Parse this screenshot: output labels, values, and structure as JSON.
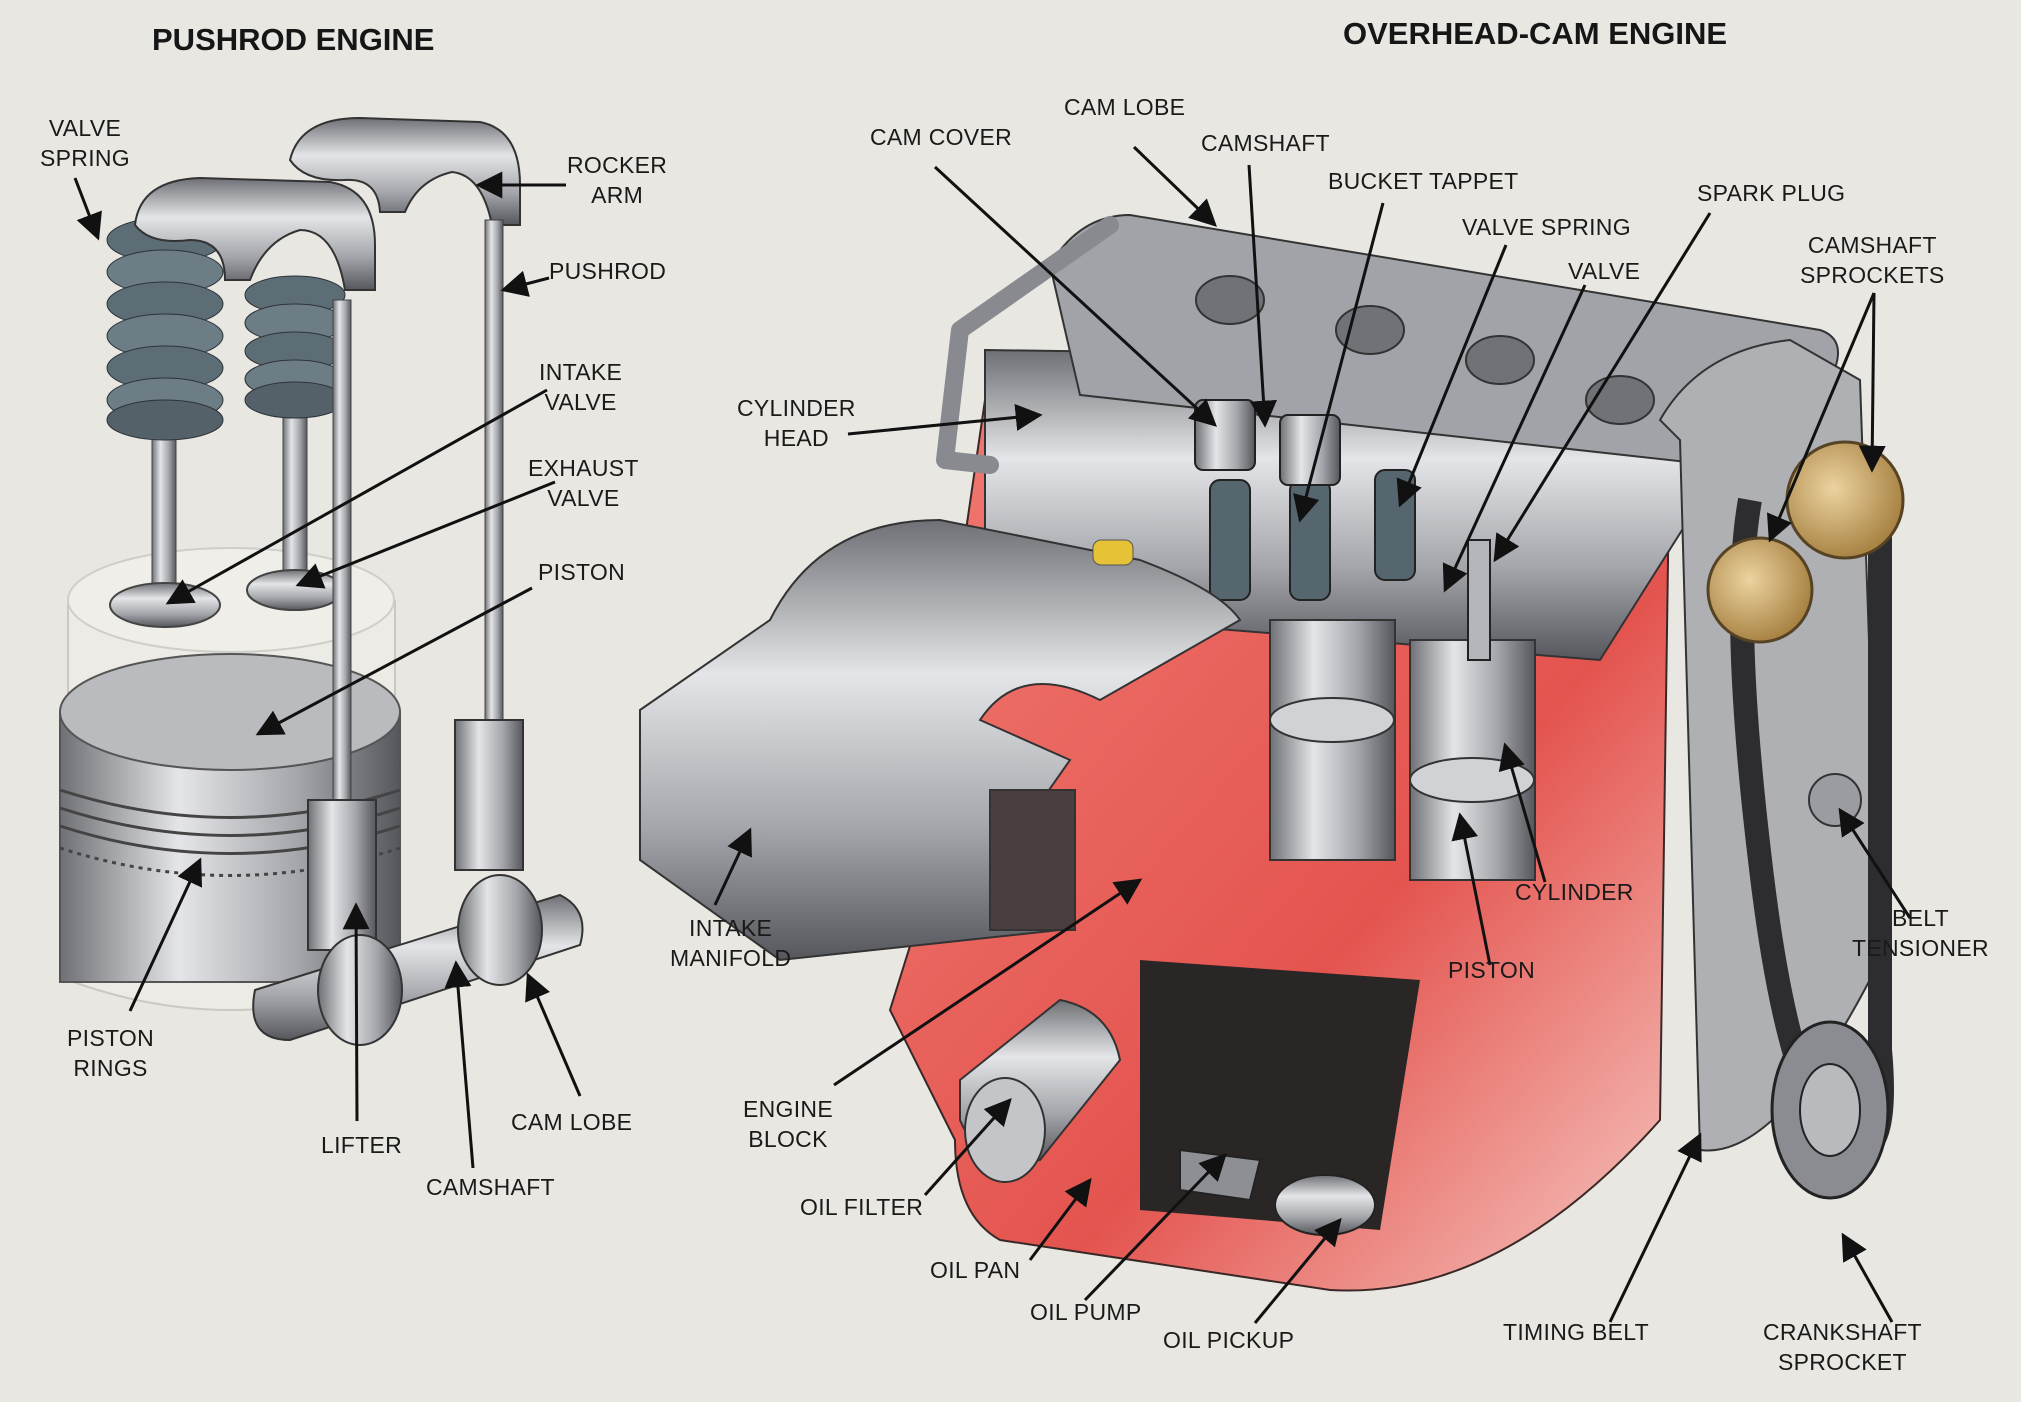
{
  "titles": {
    "pushrod": "PUSHROD ENGINE",
    "ohc": "OVERHEAD-CAM ENGINE"
  },
  "pushrod_labels": {
    "valve_spring": "VALVE\nSPRING",
    "rocker_arm": "ROCKER\nARM",
    "pushrod": "PUSHROD",
    "intake_valve": "INTAKE\nVALVE",
    "exhaust_valve": "EXHAUST\nVALVE",
    "piston": "PISTON",
    "piston_rings": "PISTON\nRINGS",
    "lifter": "LIFTER",
    "camshaft": "CAMSHAFT",
    "cam_lobe": "CAM LOBE"
  },
  "ohc_labels": {
    "cam_cover": "CAM COVER",
    "cam_lobe": "CAM LOBE",
    "camshaft": "CAMSHAFT",
    "bucket_tappet": "BUCKET TAPPET",
    "valve_spring": "VALVE SPRING",
    "spark_plug": "SPARK PLUG",
    "valve": "VALVE",
    "camshaft_sprockets": "CAMSHAFT\nSPROCKETS",
    "cylinder_head": "CYLINDER\nHEAD",
    "intake_manifold": "INTAKE\nMANIFOLD",
    "engine_block": "ENGINE\nBLOCK",
    "oil_filter": "OIL FILTER",
    "oil_pan": "OIL PAN",
    "oil_pump": "OIL PUMP",
    "oil_pickup": "OIL PICKUP",
    "timing_belt": "TIMING BELT",
    "crankshaft_sprocket": "CRANKSHAFT\nSPROCKET",
    "belt_tensioner": "BELT\nTENSIONER",
    "cylinder": "CYLINDER",
    "piston": "PISTON"
  },
  "colors": {
    "background": "#e8e7e2",
    "metal": "#a9abb0",
    "engine_block_red": "#e8625e",
    "sprocket_gold": "#c9a566",
    "text": "#1a1a1a"
  }
}
